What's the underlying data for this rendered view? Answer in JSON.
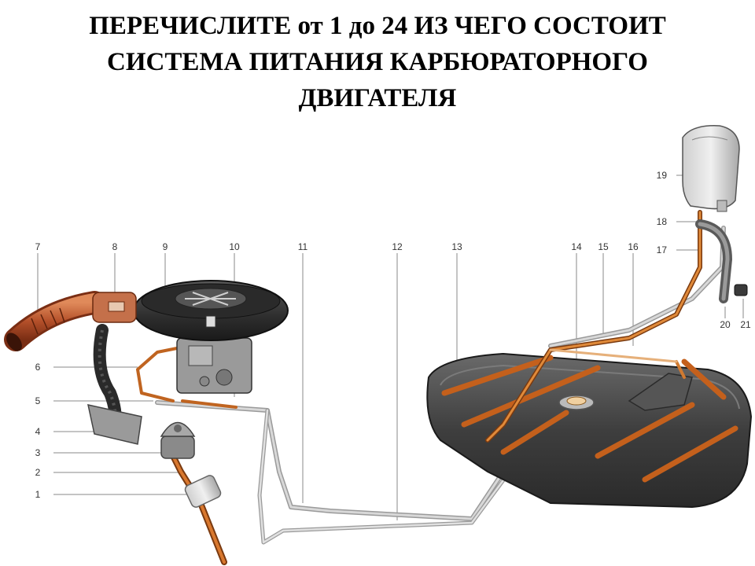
{
  "title": {
    "line1": "ПЕРЕЧИСЛИТЕ от 1 до 24  ИЗ ЧЕГО СОСТОИТ",
    "line2": "СИСТЕМА ПИТАНИЯ КАРБЮРАТОРНОГО",
    "line3": "ДВИГАТЕЛЯ"
  },
  "callouts": [
    "1",
    "2",
    "3",
    "4",
    "5",
    "6",
    "7",
    "8",
    "9",
    "10",
    "11",
    "12",
    "13",
    "14",
    "15",
    "16",
    "17",
    "18",
    "19",
    "20",
    "21"
  ],
  "colors": {
    "fuel_line": "#c8641e",
    "metal_line": "#b8b8b8",
    "tank": "#4a4a4a",
    "tank_stripe": "#c4601c",
    "leader": "#8a8a8a"
  }
}
